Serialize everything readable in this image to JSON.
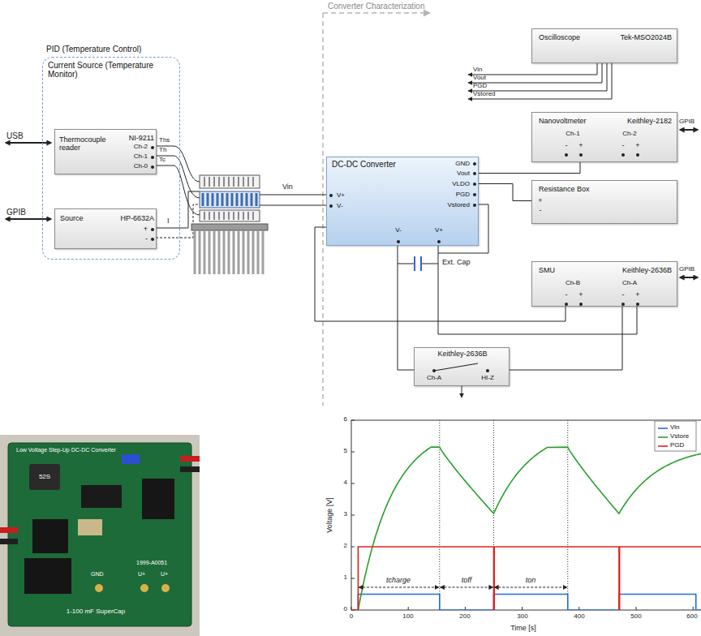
{
  "diagram": {
    "nodes": [
      {
        "text": [
          "PID (Temperature Control)",
          "Current Source (Temperature Monitor)"
        ]
      },
      {
        "text": [
          "Thermocouple reader",
          "NI-9211",
          "Ch-2",
          "Ch-1",
          "Ch-0"
        ],
        "in": 0
      },
      {
        "text": [
          "Source",
          "HP-6632A",
          "+",
          "-"
        ],
        "in": 0
      },
      {
        "text": [
          "DC-DC Converter",
          "V+",
          "V-",
          "GND",
          "Vout",
          "VLDO",
          "PGD",
          "Vstored",
          "V-",
          "V+"
        ]
      },
      {
        "text": [
          "Oscilloscope",
          "Tek-MSO2024B"
        ]
      },
      {
        "text": [
          "Nanovoltmeter",
          "Keithley-2182",
          "Ch-1",
          "-",
          "+",
          "Ch-2",
          "-",
          "+"
        ]
      },
      {
        "text": [
          "Resistance Box",
          "+",
          "-"
        ]
      },
      {
        "text": [
          "SMU",
          "Keithley-2636B",
          "Ch-B",
          "-",
          "+",
          "Ch-A",
          "-",
          "+"
        ]
      },
      {
        "text": [
          "Keithley-2636B",
          "Ch-A",
          "HI-Z"
        ]
      }
    ],
    "edges": [
      {
        "from": 3,
        "to": 5,
        "arrow": "none"
      },
      {
        "from": 3,
        "to": 6,
        "arrow": "none"
      },
      {
        "from": 3,
        "to": 7,
        "arrow": "none"
      },
      {
        "from": 3,
        "to": 7,
        "arrow": "none"
      },
      {
        "from": 3,
        "to": 8,
        "arrow": "none"
      },
      {
        "from": 8,
        "to": 7,
        "arrow": "none"
      }
    ],
    "labels": [
      "Converter Characterization",
      "USB",
      "GPIB",
      "Ths",
      "Th",
      "Tc",
      "I",
      "Vin",
      "Ext. Cap",
      "Vin",
      "Vout",
      "PGD",
      "Vstored",
      "GPIB",
      "GPIB",
      "Low Voltage Step-Up DC-DC Converter",
      "52S",
      "1999-A0051",
      "GND",
      "U+",
      "U+",
      "1-100 mF SuperCap",
      "6",
      "5",
      "4",
      "3",
      "2",
      "1",
      "0",
      "0",
      "100",
      "200",
      "300",
      "400",
      "500",
      "600",
      "Voltage [V]",
      "Time [s]",
      "tcharge",
      "toff",
      "ton"
    ],
    "legend": [
      {
        "text": "Vin"
      },
      {
        "text": "Vstore"
      },
      {
        "text": "PGD"
      }
    ]
  }
}
